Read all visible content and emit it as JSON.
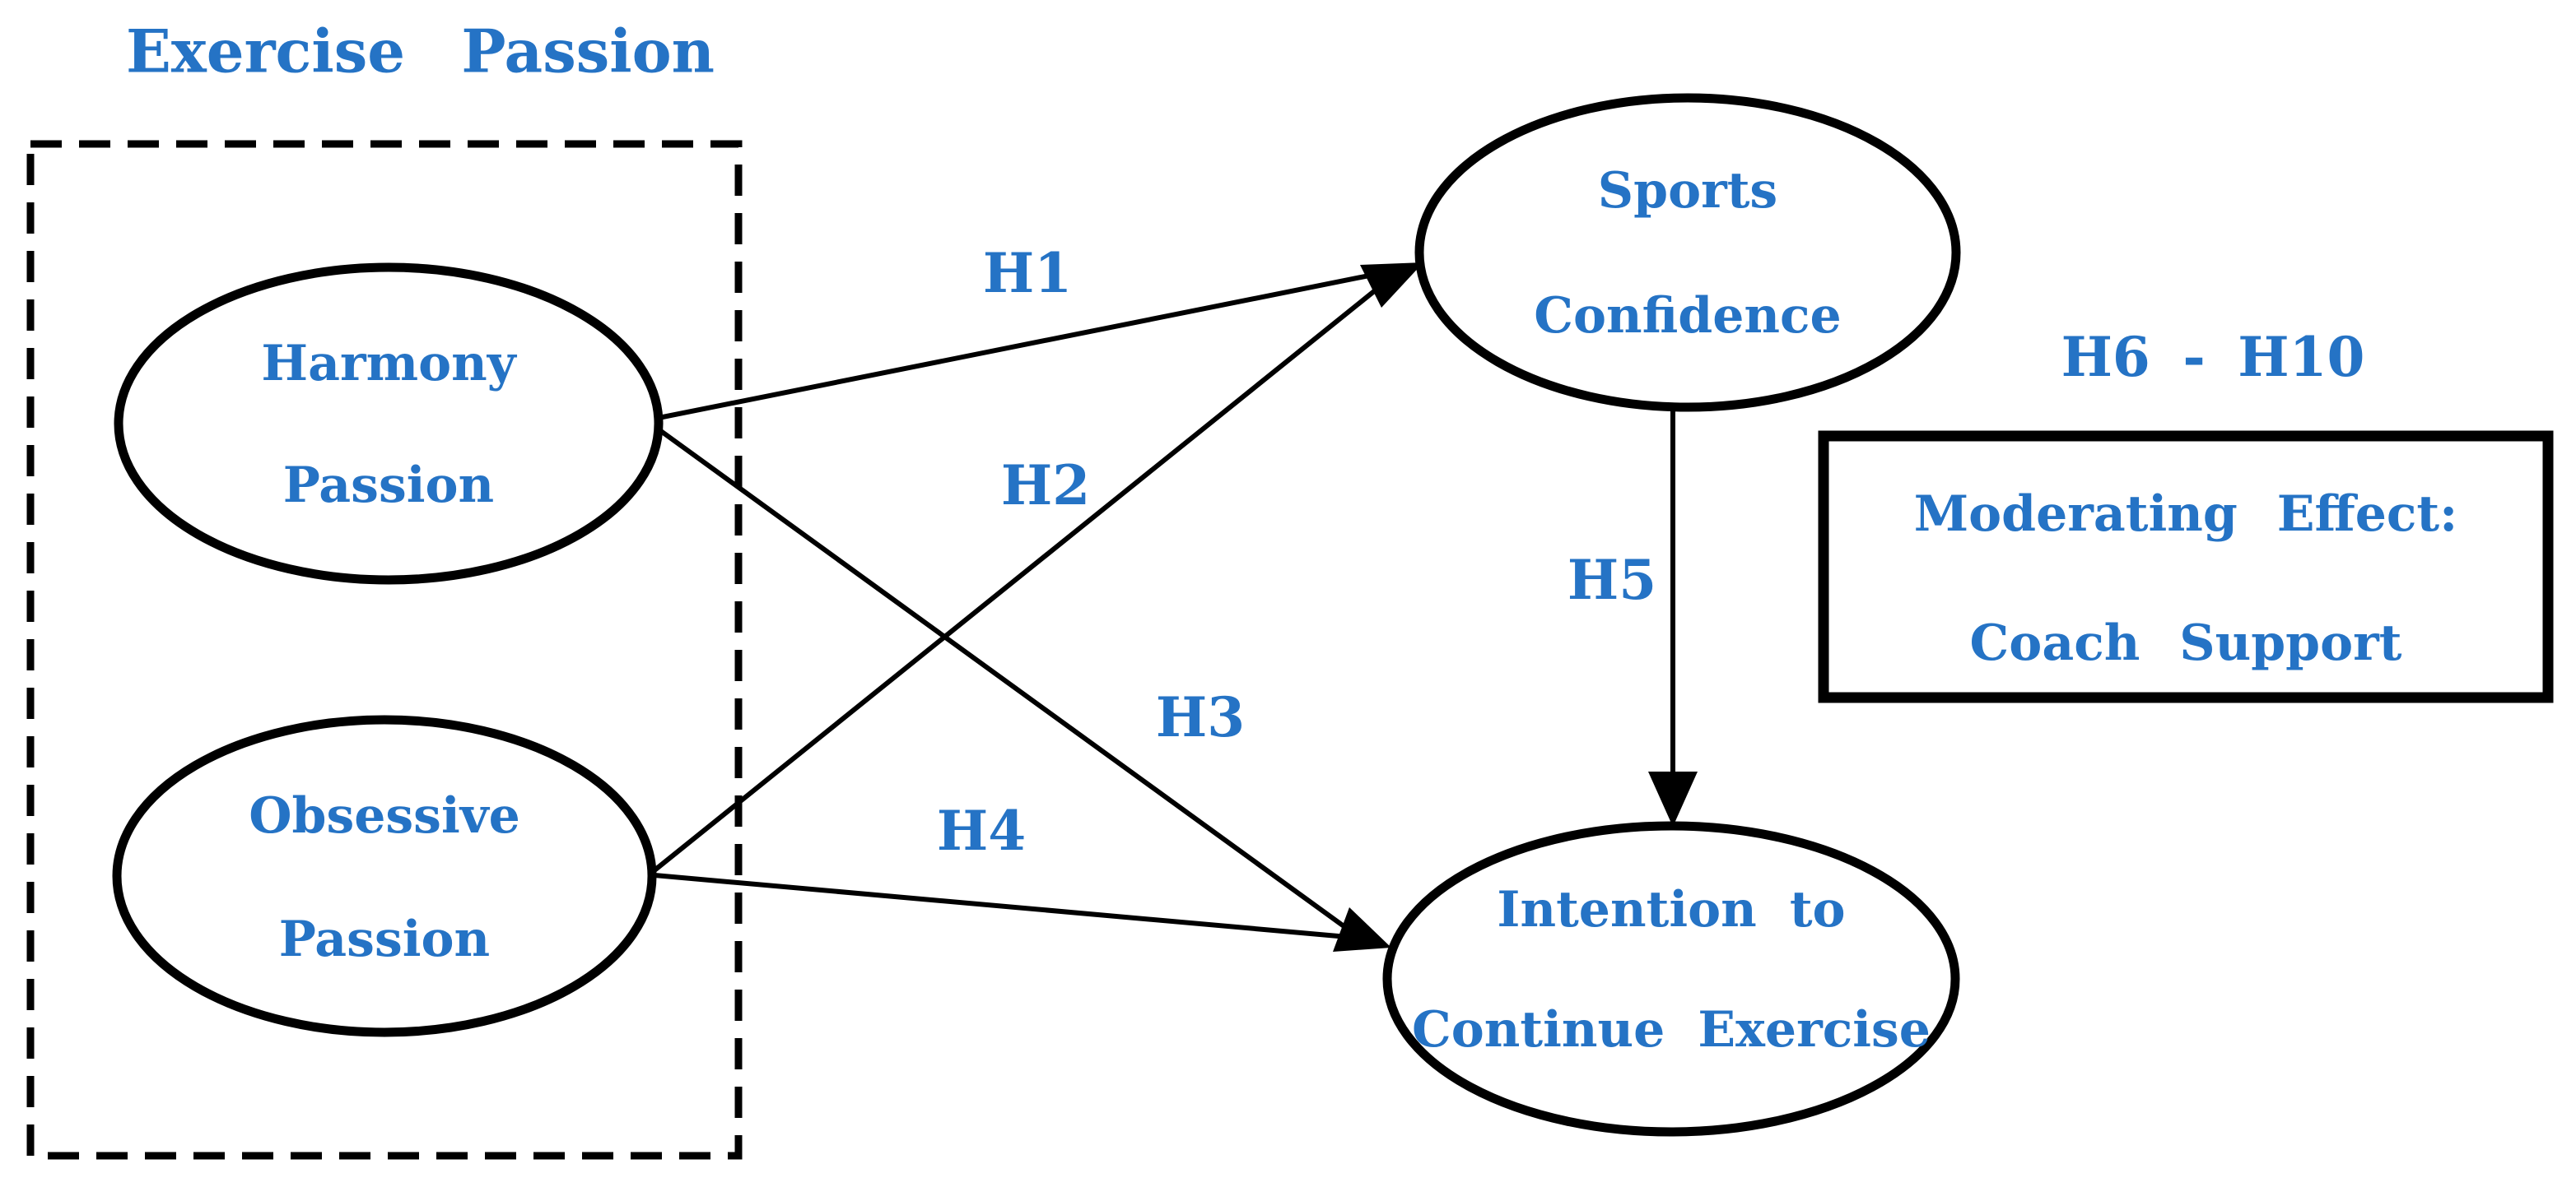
{
  "title": "Exercise Passion",
  "colors": {
    "text": "#2573c5",
    "line": "#000000",
    "background": "#ffffff"
  },
  "group": {
    "name": "Exercise Passion",
    "members": [
      "Harmony Passion",
      "Obsessive Passion"
    ]
  },
  "nodes": {
    "harmony_passion": {
      "line1": "Harmony",
      "line2": "Passion"
    },
    "obsessive_passion": {
      "line1": "Obsessive",
      "line2": "Passion"
    },
    "sports_confidence": {
      "line1": "Sports",
      "line2": "Confidence"
    },
    "intention_continue": {
      "line1": "Intention to",
      "line2": "Continue Exercise"
    }
  },
  "hypotheses": {
    "h1": {
      "label": "H1",
      "from": "Harmony Passion",
      "to": "Sports Confidence"
    },
    "h2": {
      "label": "H2",
      "from": "Obsessive Passion",
      "to": "Sports Confidence"
    },
    "h3": {
      "label": "H3",
      "from": "Harmony Passion",
      "to": "Intention to Continue Exercise"
    },
    "h4": {
      "label": "H4",
      "from": "Obsessive Passion",
      "to": "Intention to Continue Exercise"
    },
    "h5": {
      "label": "H5",
      "from": "Sports Confidence",
      "to": "Intention to Continue Exercise"
    }
  },
  "moderator": {
    "range_label": "H6 - H10",
    "line1": "Moderating Effect:",
    "line2": "Coach Support"
  }
}
